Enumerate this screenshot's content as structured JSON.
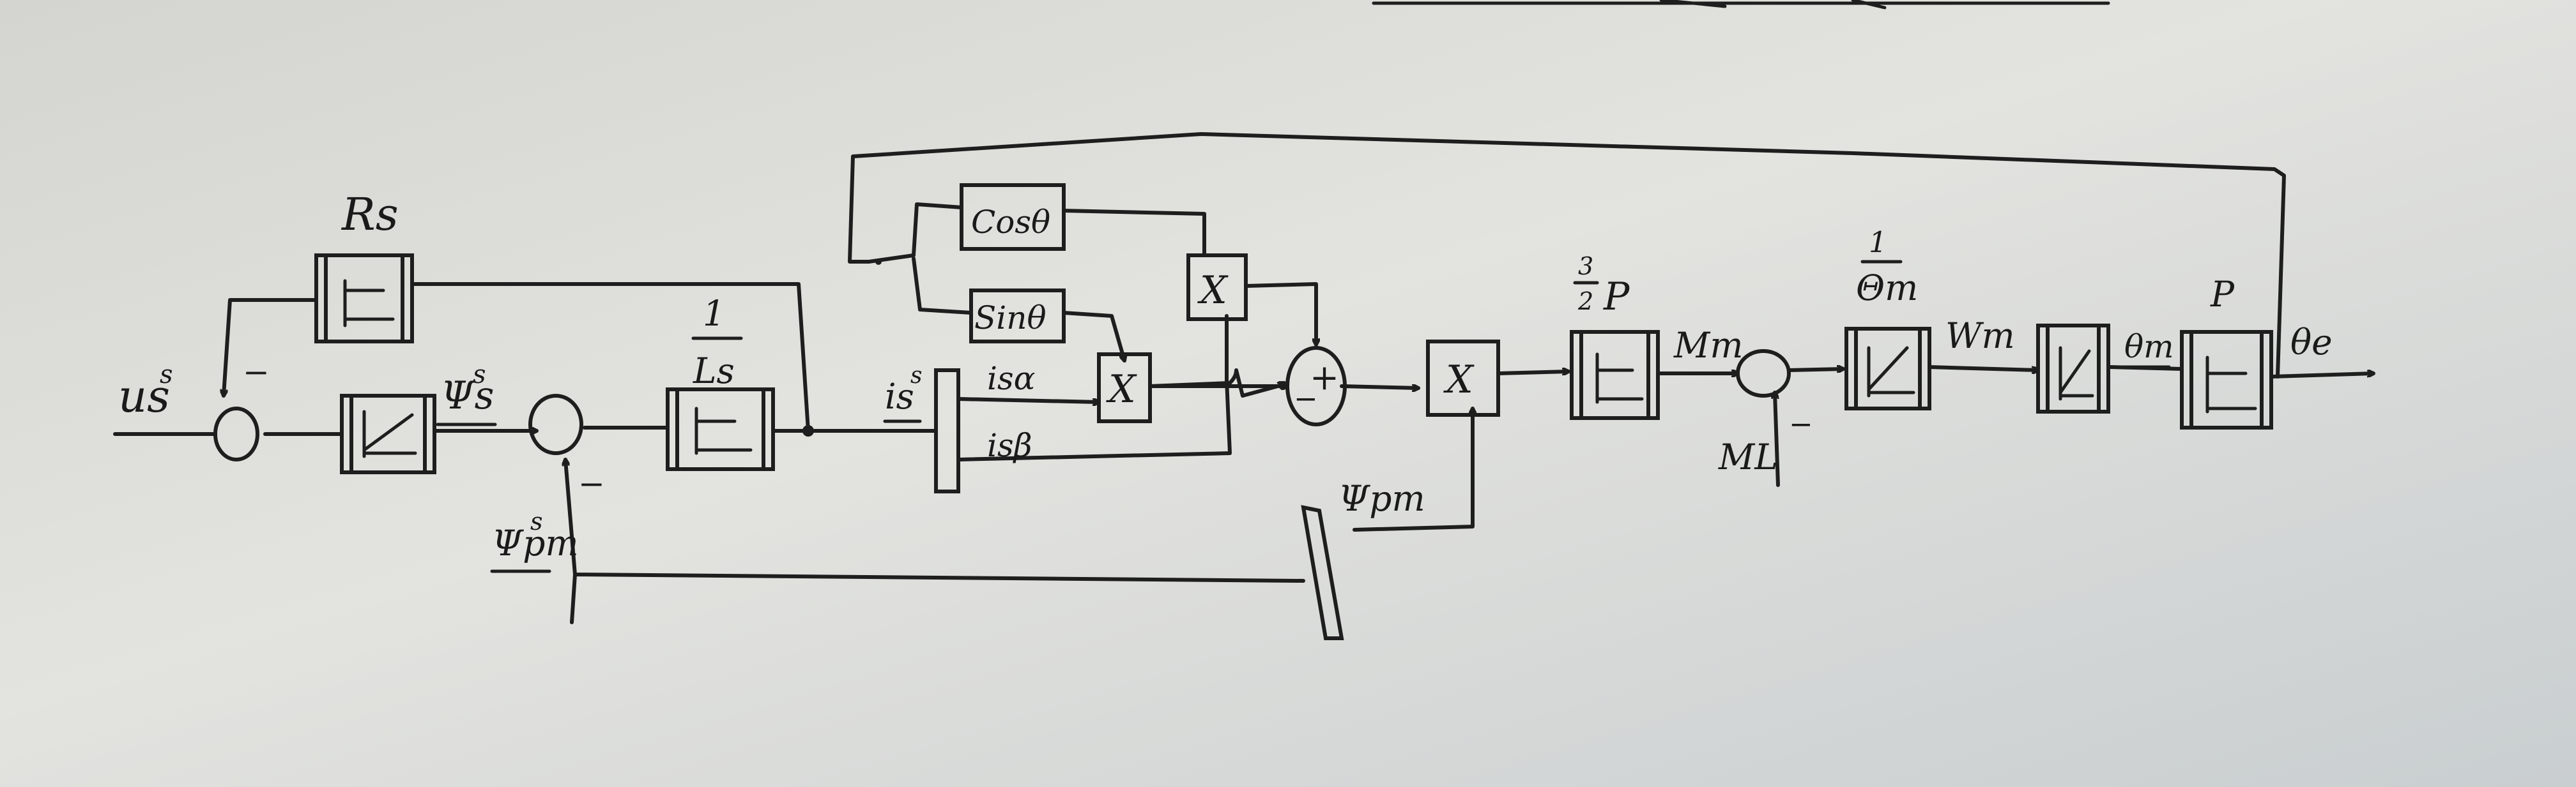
{
  "diagram": {
    "labels": {
      "input": "us",
      "input_sup": "s",
      "resistance": "Rs",
      "flux": "Ψs",
      "flux_sup": "s",
      "pm_flux_left": "Ψpm",
      "pm_flux_left_sup": "s",
      "inverse_gain_num": "1",
      "inverse_gain_den": "Ls",
      "current_vector": "is",
      "current_vector_sup": "s",
      "cos_block": "Cosθ",
      "sin_block": "Sinθ",
      "isa": "isα",
      "isb": "isβ",
      "multiply_1": "X",
      "multiply_2": "X",
      "multiply_3": "X",
      "sum_minus": "−",
      "sum_plus": "+",
      "pm_flux_right": "Ψpm",
      "torque_gain": "3/2 P",
      "torque_gain_num": "3",
      "torque_gain_den": "2",
      "torque_gain_p": "P",
      "motor_torque": "Mm",
      "load_torque": "ML",
      "inertia_num": "1",
      "inertia_den": "Θm",
      "speed": "Wm",
      "mech_angle": "θm",
      "pole_gain": "P",
      "elec_angle": "θe",
      "minus": "−"
    },
    "colors": {
      "ink": "#1e1e1e",
      "paper": "#dcdcd8"
    }
  }
}
